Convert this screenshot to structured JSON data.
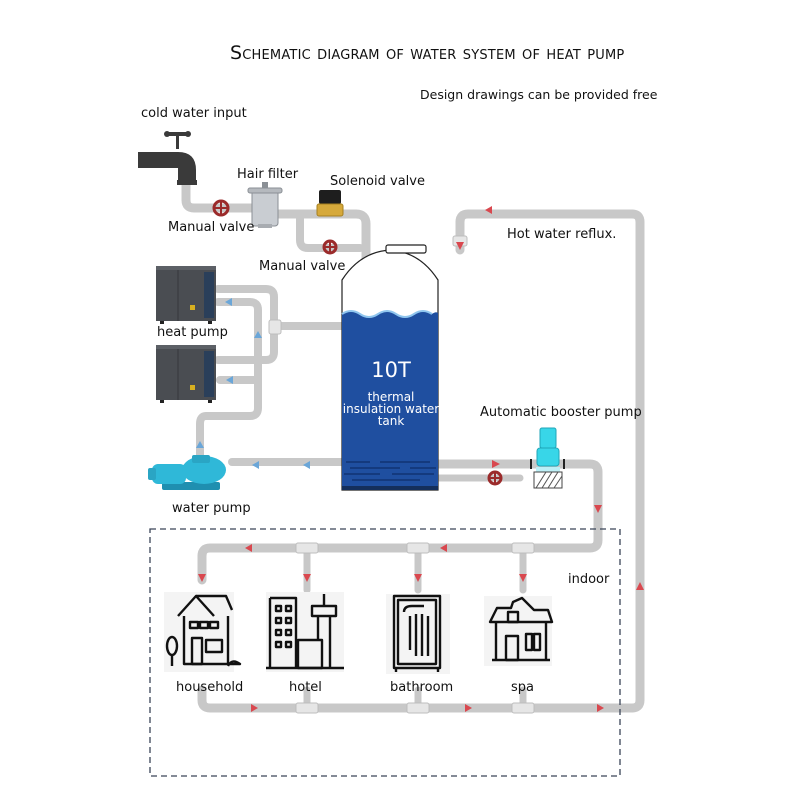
{
  "title": "Schematic diagram of water system of heat pump",
  "subtitle": "Design drawings can be provided free",
  "labels": {
    "cold_water_input": "cold water input",
    "hair_filter": "Hair filter",
    "solenoid_valve": "Solenoid valve",
    "manual_valve_1": "Manual valve",
    "manual_valve_2": "Manual valve",
    "heat_pump": "heat pump",
    "water_pump": "water pump",
    "hot_water_reflux": "Hot water reflux.",
    "automatic_booster_pump": "Automatic booster pump",
    "indoor": "indoor"
  },
  "tank": {
    "capacity": "10T",
    "description": "thermal insulation water tank"
  },
  "endpoints": [
    {
      "label": "household",
      "icon": "house-icon"
    },
    {
      "label": "hotel",
      "icon": "hotel-icon"
    },
    {
      "label": "bathroom",
      "icon": "shower-icon"
    },
    {
      "label": "spa",
      "icon": "spa-icon"
    }
  ],
  "colors": {
    "tank_water": "#1f4fa0",
    "pipe": "#e2e2e2",
    "flow_arrow_hot": "#d9484f",
    "flow_arrow_cold": "#6aa6d8",
    "pump_cyan": "#2fb8d8",
    "heat_pump_body": "#4a4d52",
    "valve_red": "#9b2b2b"
  }
}
